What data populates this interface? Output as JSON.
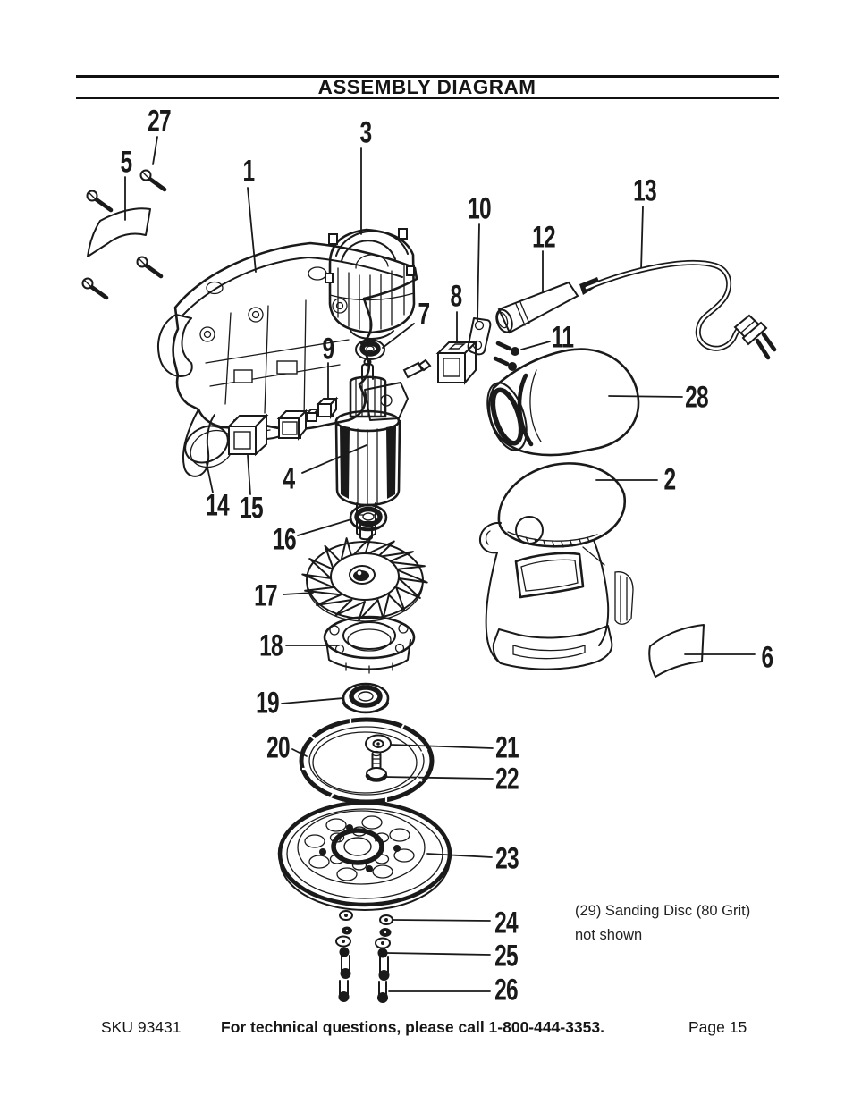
{
  "page": {
    "title": "ASSEMBLY DIAGRAM",
    "note": {
      "line1": "(29) Sanding Disc (80 Grit)",
      "line2": "not shown"
    },
    "footer": {
      "sku": "SKU 93431",
      "support": "For technical questions, please call 1-800-444-3353.",
      "page": "Page 15"
    },
    "colors": {
      "ink": "#1a1a1a",
      "paper": "#ffffff"
    }
  },
  "diagram": {
    "type": "exploded-parts-diagram",
    "part_labels": [
      "1",
      "2",
      "3",
      "4",
      "5",
      "6",
      "7",
      "8",
      "9",
      "10",
      "11",
      "12",
      "13",
      "14",
      "15",
      "16",
      "17",
      "18",
      "19",
      "20",
      "21",
      "22",
      "23",
      "24",
      "25",
      "26",
      "27",
      "28"
    ]
  }
}
